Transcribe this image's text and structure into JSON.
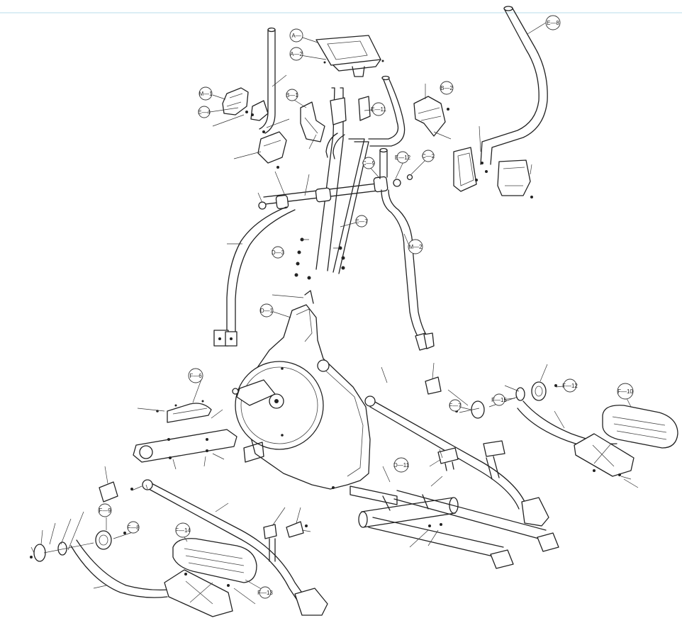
{
  "diagram": {
    "labels": {
      "A": "A—",
      "A2": "A—2",
      "E8": "E—8",
      "M1": "M—1",
      "E4": "E—4",
      "B1": "B—1",
      "E11": "E—11",
      "E12": "E—12",
      "C9": "C—9",
      "C2": "C—2",
      "B2": "B—2",
      "M2": "M—2",
      "E7": "E—7",
      "D3": "D—3",
      "D1": "D—1",
      "F12": "F—12",
      "F10": "F—10",
      "F6": "F—6",
      "F7": "F—7",
      "F8": "F—8",
      "F15": "F—15",
      "F14": "F—14",
      "F13": "F—13",
      "F9": "F—9",
      "D11": "D—11"
    },
    "colors": {
      "line": "#222222",
      "top_rule": "#cfe9f2",
      "background": "#ffffff"
    }
  }
}
